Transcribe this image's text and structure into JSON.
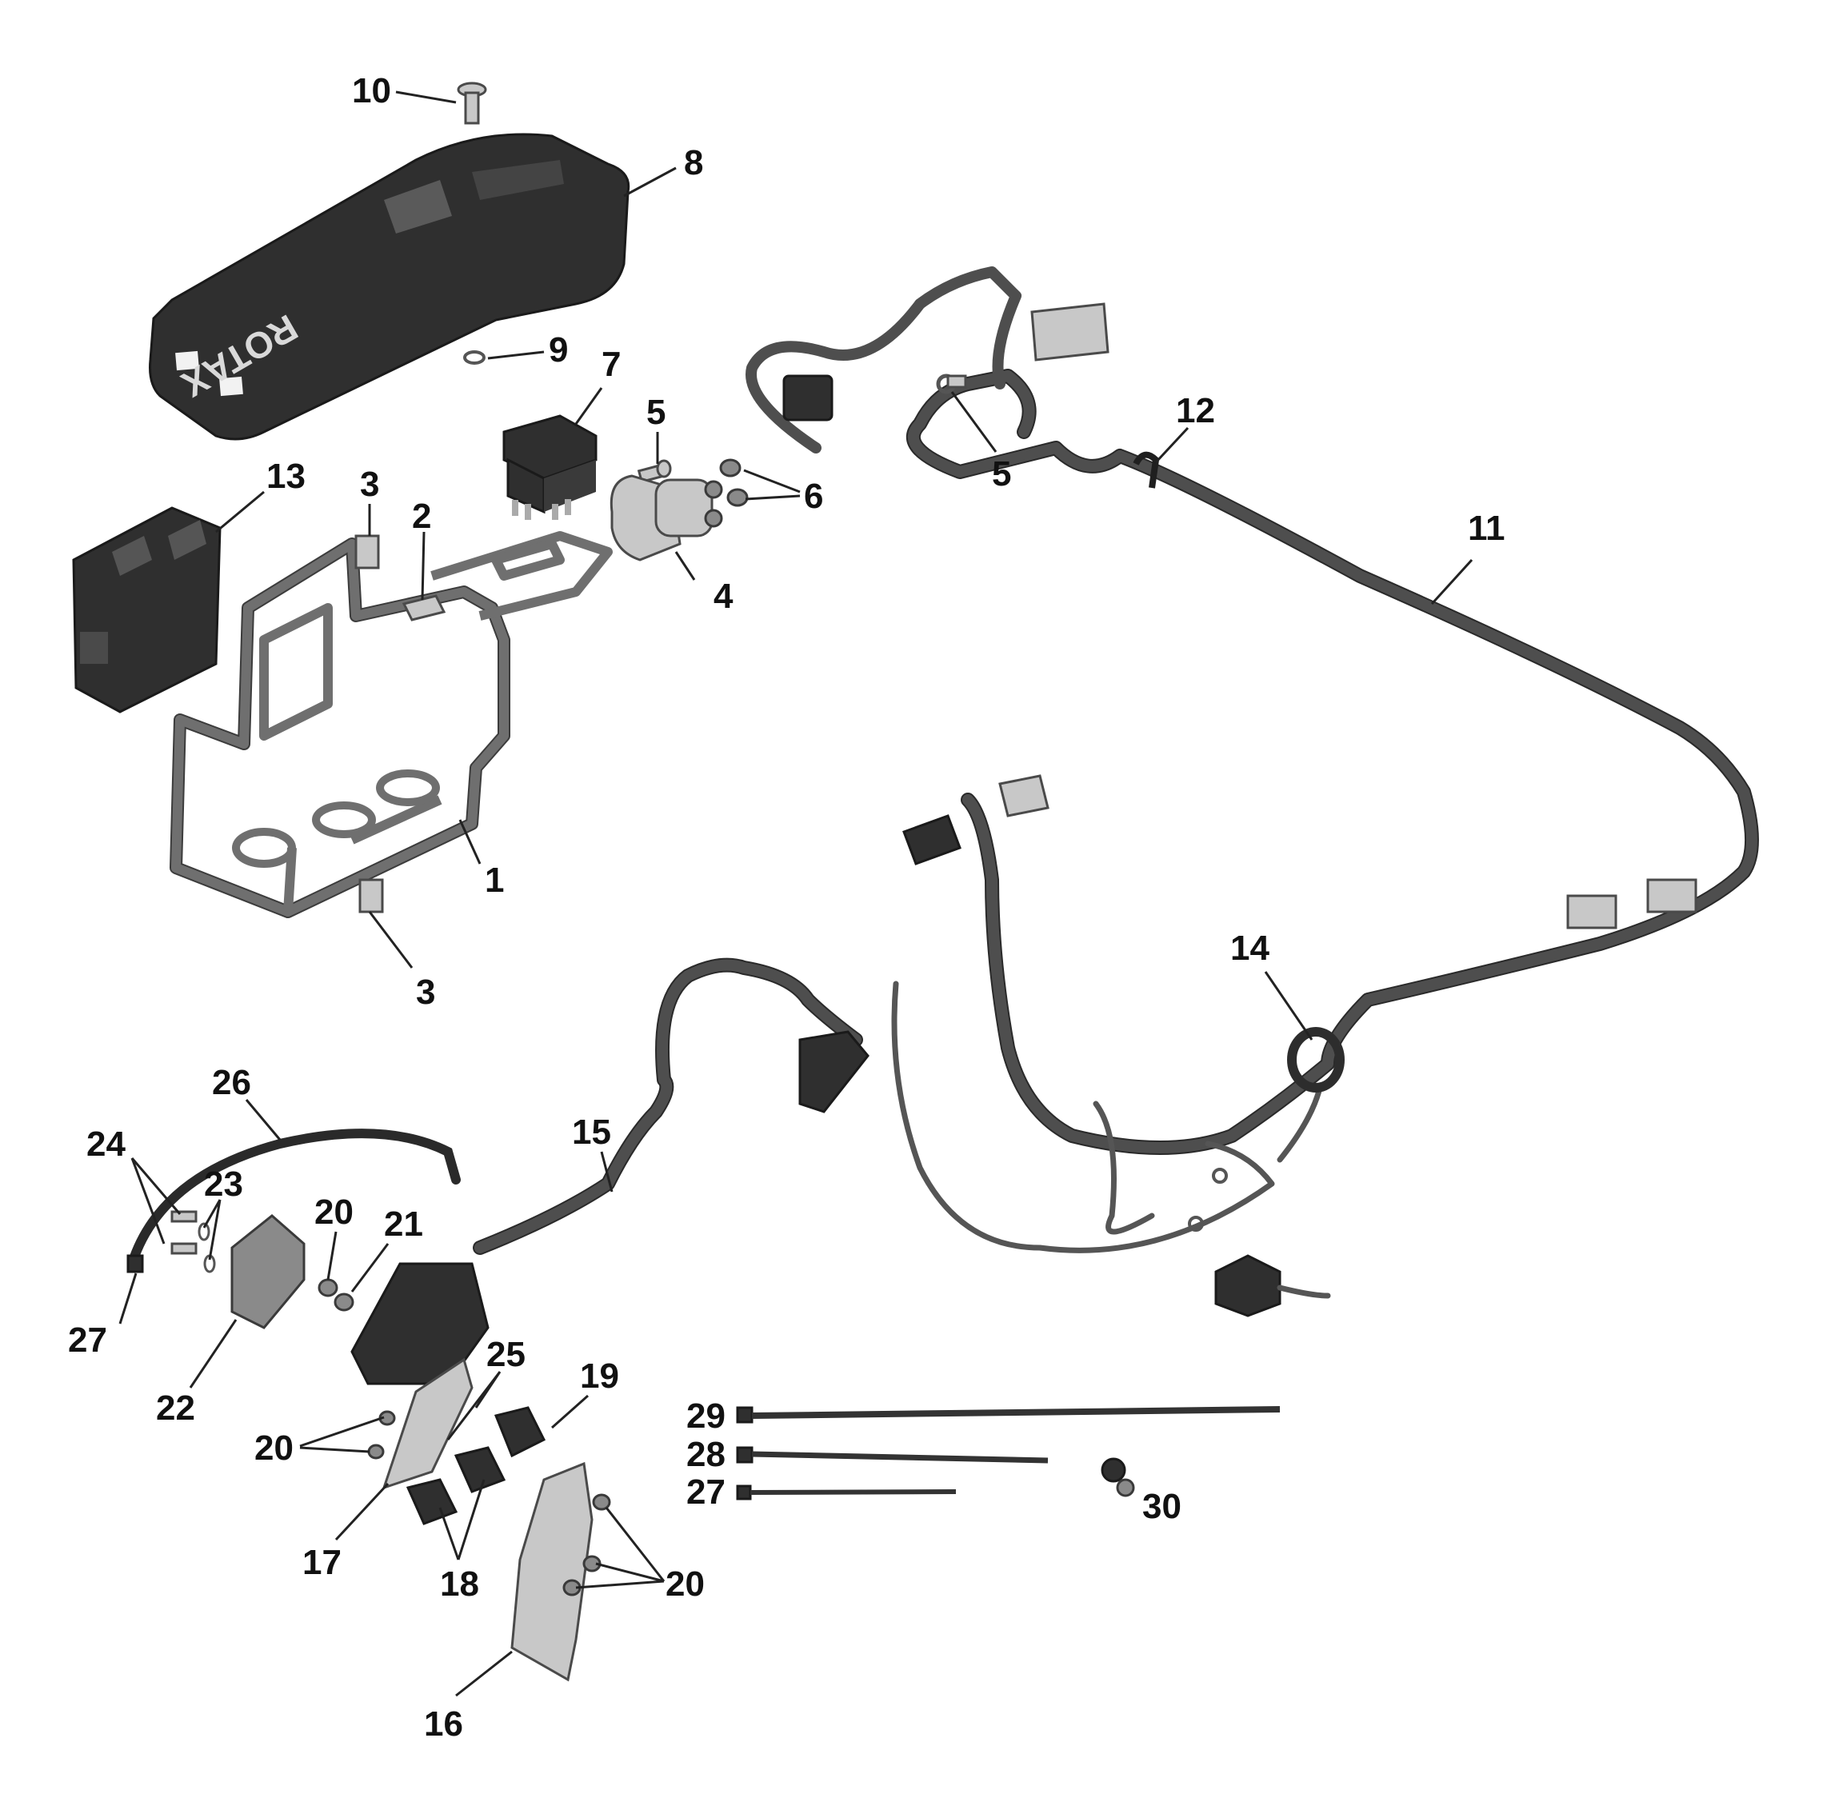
{
  "diagram": {
    "cover_brand_text": "ROTAX",
    "callouts": [
      {
        "id": "c10",
        "label": "10"
      },
      {
        "id": "c8",
        "label": "8"
      },
      {
        "id": "c9",
        "label": "9"
      },
      {
        "id": "c7",
        "label": "7"
      },
      {
        "id": "c5a",
        "label": "5"
      },
      {
        "id": "c6",
        "label": "6"
      },
      {
        "id": "c4",
        "label": "4"
      },
      {
        "id": "c13",
        "label": "13"
      },
      {
        "id": "c3a",
        "label": "3"
      },
      {
        "id": "c2",
        "label": "2"
      },
      {
        "id": "c1",
        "label": "1"
      },
      {
        "id": "c3b",
        "label": "3"
      },
      {
        "id": "c5b",
        "label": "5"
      },
      {
        "id": "c12",
        "label": "12"
      },
      {
        "id": "c11",
        "label": "11"
      },
      {
        "id": "c14",
        "label": "14"
      },
      {
        "id": "c26",
        "label": "26"
      },
      {
        "id": "c24",
        "label": "24"
      },
      {
        "id": "c23",
        "label": "23"
      },
      {
        "id": "c20a",
        "label": "20"
      },
      {
        "id": "c21",
        "label": "21"
      },
      {
        "id": "c15",
        "label": "15"
      },
      {
        "id": "c27a",
        "label": "27"
      },
      {
        "id": "c22",
        "label": "22"
      },
      {
        "id": "c25",
        "label": "25"
      },
      {
        "id": "c19",
        "label": "19"
      },
      {
        "id": "c20b",
        "label": "20"
      },
      {
        "id": "c17",
        "label": "17"
      },
      {
        "id": "c18",
        "label": "18"
      },
      {
        "id": "c20c",
        "label": "20"
      },
      {
        "id": "c16",
        "label": "16"
      },
      {
        "id": "c29",
        "label": "29"
      },
      {
        "id": "c28",
        "label": "28"
      },
      {
        "id": "c27b",
        "label": "27"
      },
      {
        "id": "c30",
        "label": "30"
      }
    ]
  }
}
